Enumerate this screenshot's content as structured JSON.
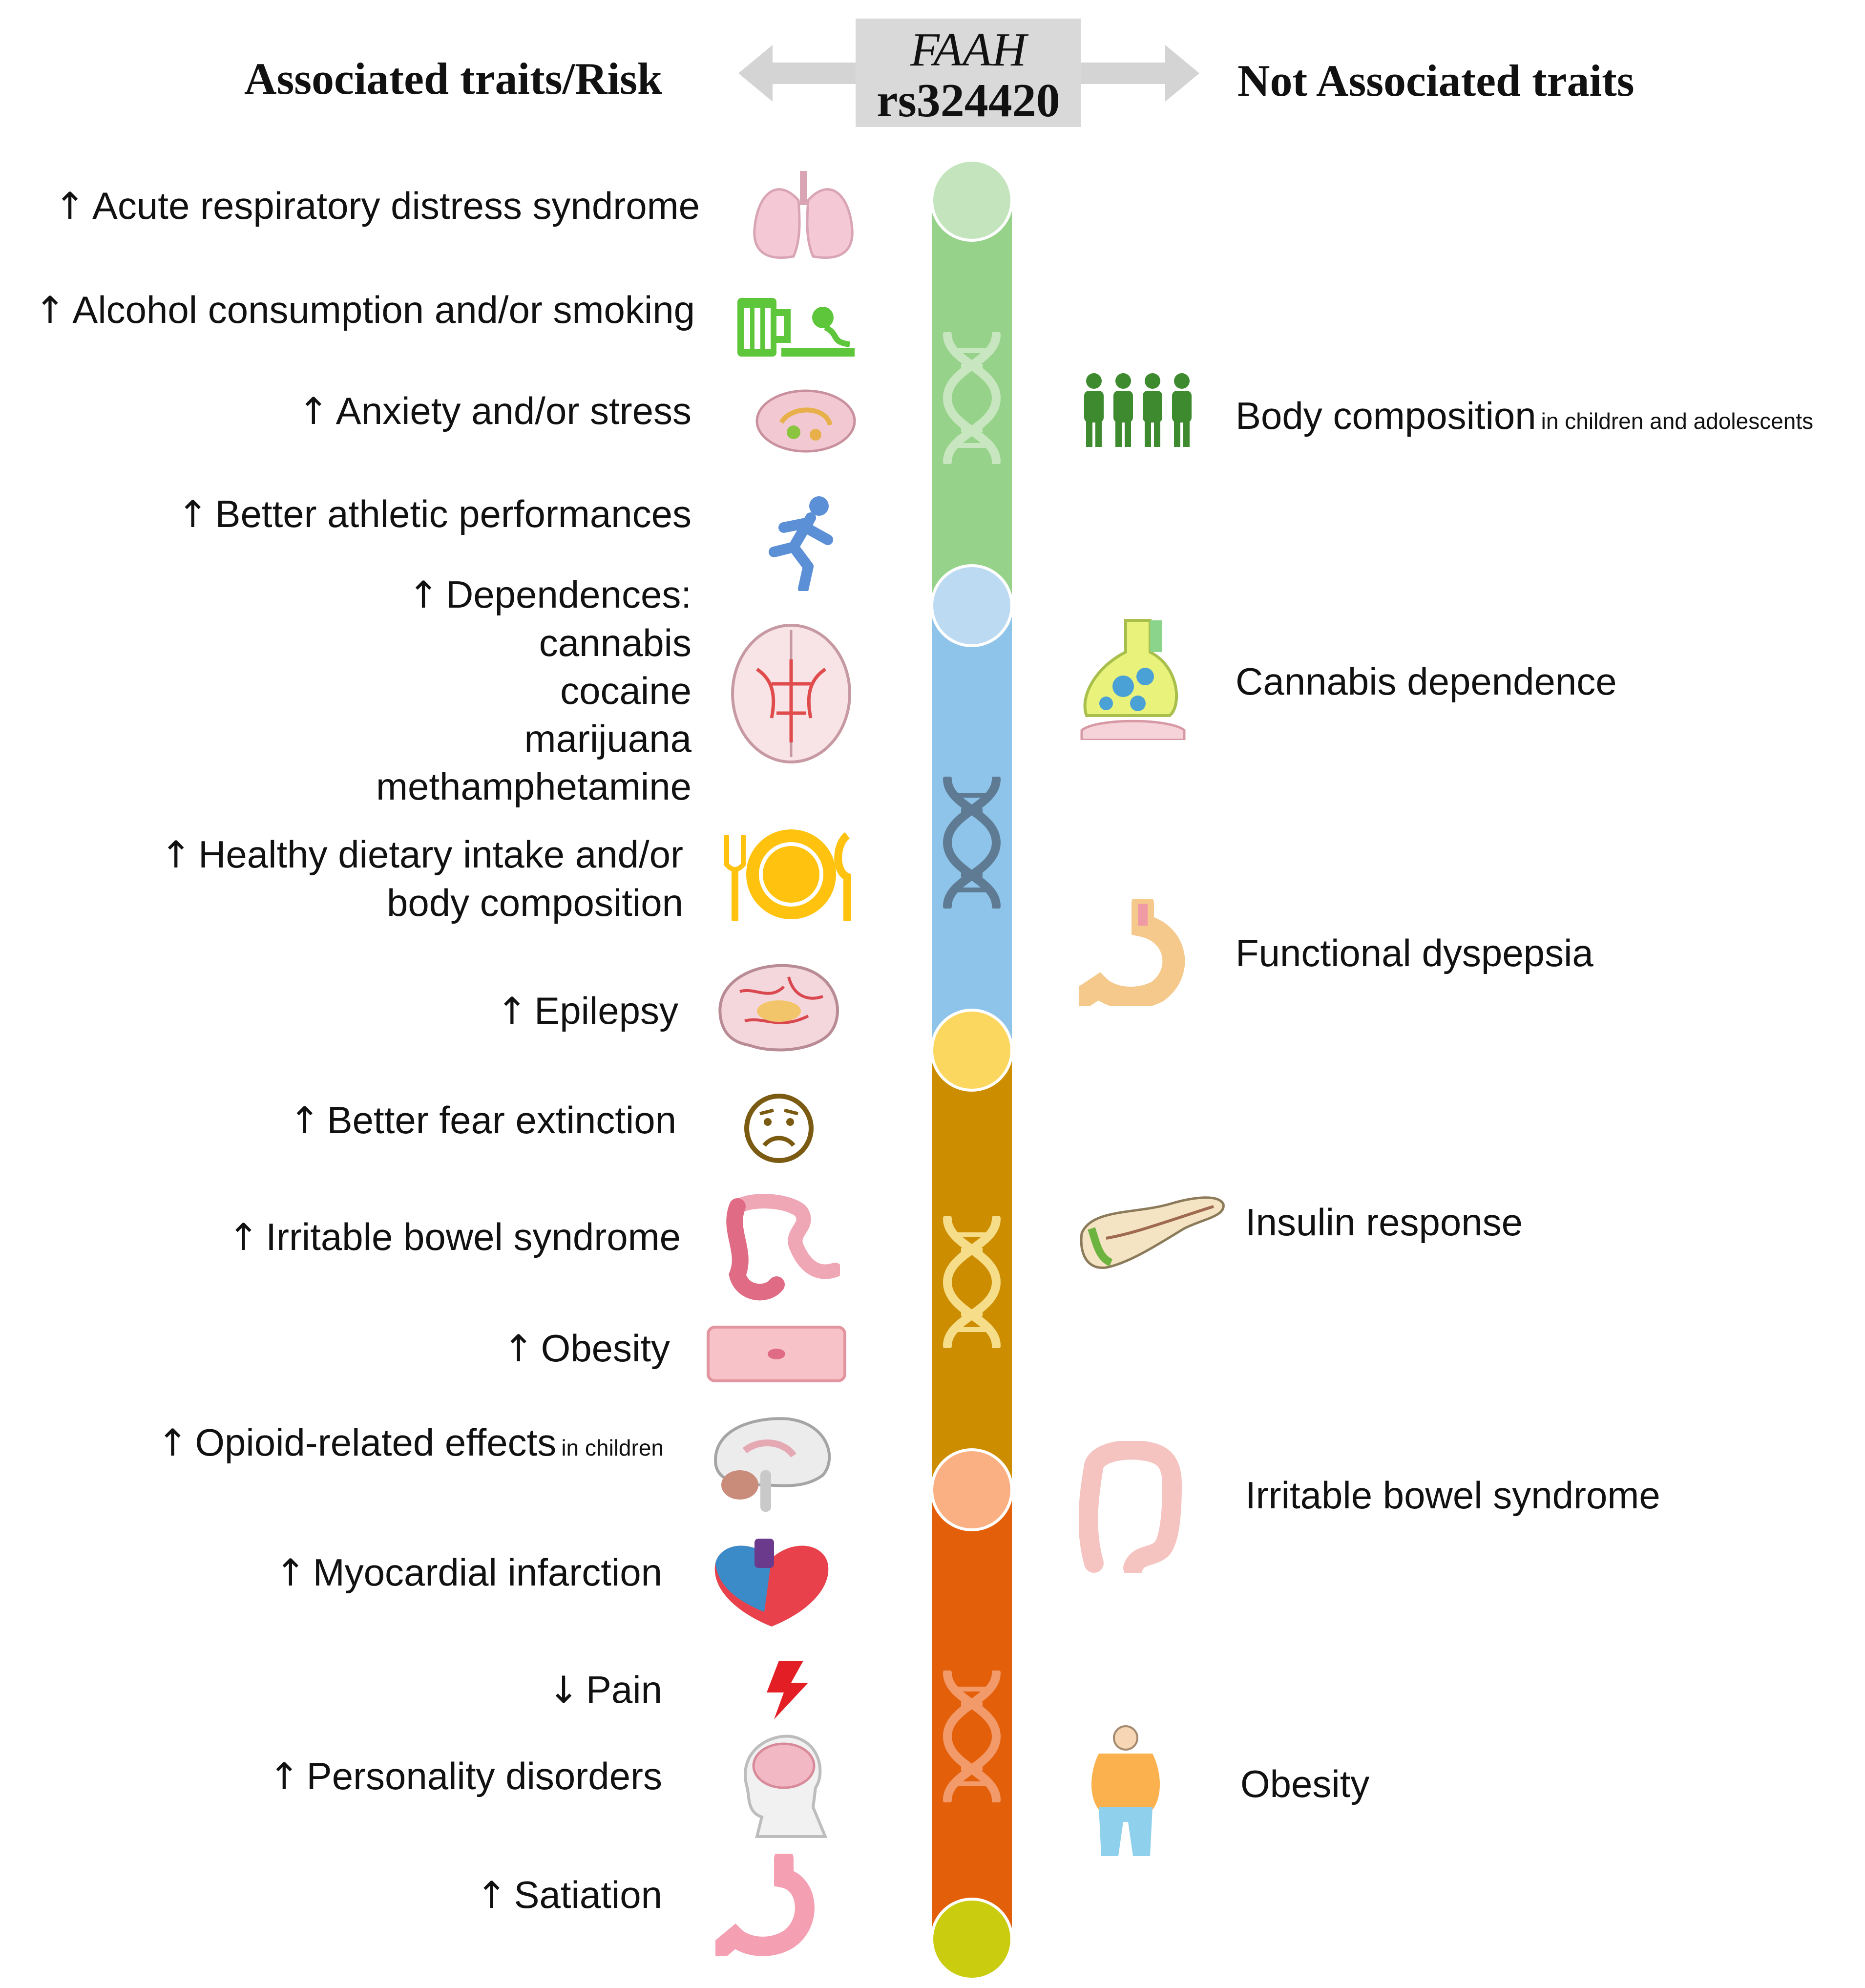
{
  "header": {
    "left_title": "Associated traits/Risk",
    "right_title": "Not Associated traits",
    "gene": "FAAH",
    "snp": "rs324420"
  },
  "associated_traits": [
    {
      "direction": "↑",
      "label": "Acute respiratory distress syndrome",
      "icon": "lungs-icon"
    },
    {
      "direction": "↑",
      "label": "Alcohol consumption and/or smoking",
      "icon": "beer-cigarette-icon"
    },
    {
      "direction": "↑",
      "label": "Anxiety and/or stress",
      "icon": "brain-limbic-icon"
    },
    {
      "direction": "↑",
      "label": "Better athletic performances",
      "icon": "runner-icon"
    },
    {
      "direction": "↑",
      "label": "Dependences:",
      "sub": [
        "cannabis",
        "cocaine",
        "marijuana",
        "methamphetamine"
      ],
      "icon": "brain-vessels-icon"
    },
    {
      "direction": "↑",
      "label": "Healthy dietary intake and/or",
      "label2": "body composition",
      "icon": "plate-cutlery-icon"
    },
    {
      "direction": "↑",
      "label": "Epilepsy",
      "icon": "brain-side-icon"
    },
    {
      "direction": "↑",
      "label": "Better fear extinction",
      "icon": "worried-face-icon"
    },
    {
      "direction": "↑",
      "label": "Irritable bowel syndrome",
      "icon": "intestine-icon"
    },
    {
      "direction": "↑",
      "label": "Obesity",
      "icon": "adipocyte-icon"
    },
    {
      "direction": "↑",
      "label": "Opioid-related effects",
      "note": "in children",
      "icon": "brain-section-icon"
    },
    {
      "direction": "↑",
      "label": "Myocardial infarction",
      "icon": "heart-icon"
    },
    {
      "direction": "↓",
      "label": "Pain",
      "icon": "lightning-icon"
    },
    {
      "direction": "↑",
      "label": "Personality disorders",
      "icon": "head-brain-icon"
    },
    {
      "direction": "↑",
      "label": "Satiation",
      "icon": "stomach-icon"
    }
  ],
  "not_associated_traits": [
    {
      "label": "Body composition",
      "note": "in children and adolescents",
      "icon": "people-group-icon"
    },
    {
      "label": "Cannabis dependence",
      "icon": "synapse-icon"
    },
    {
      "label": "Functional dyspepsia",
      "icon": "stomach-icon"
    },
    {
      "label": "Insulin response",
      "icon": "pancreas-icon"
    },
    {
      "label": "Irritable bowel syndrome",
      "icon": "colon-icon"
    },
    {
      "label": "Obesity",
      "icon": "obese-person-icon"
    }
  ],
  "colors": {
    "segment_green": "#97d28a",
    "segment_blue": "#8ec4ea",
    "segment_ochre": "#cc8e00",
    "segment_orange": "#e35f0a",
    "dna_green": "#c8e6c0",
    "dna_blue": "#5f7b94",
    "dna_ochre": "#f6dd8a",
    "dna_orange": "#f29a6a",
    "node_1": "#c4e4bd",
    "node_2": "#bcdaf2",
    "node_3": "#fcd760",
    "node_4": "#fbb083",
    "node_5": "#c9cc0f",
    "header_box": "#d9d9d9"
  }
}
